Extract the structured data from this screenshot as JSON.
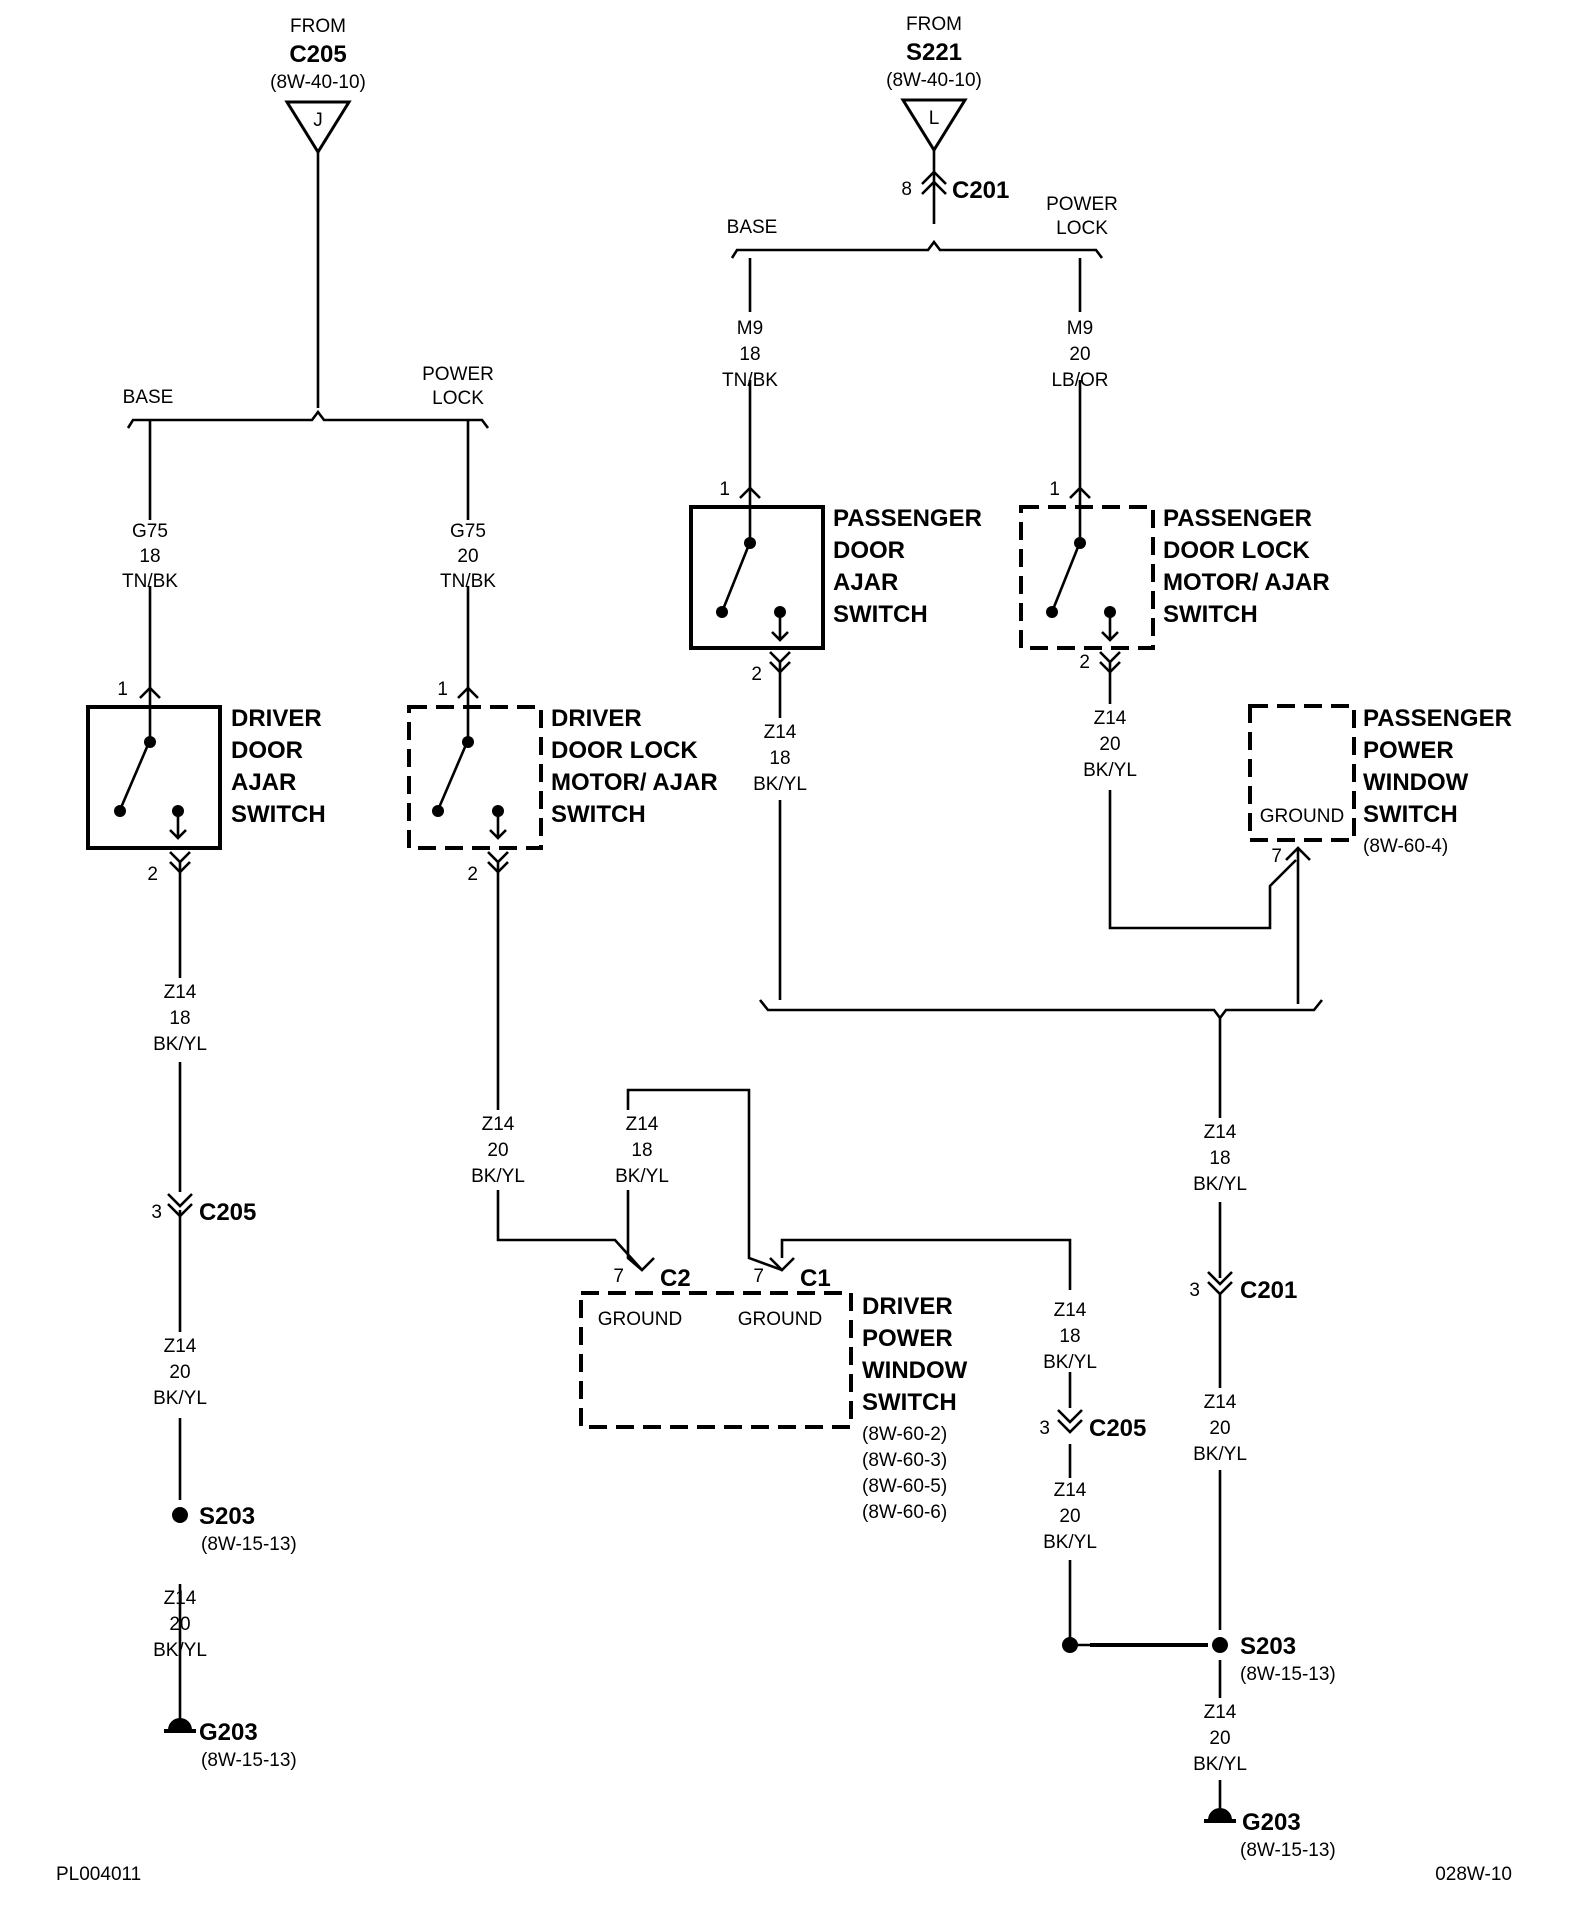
{
  "sources": {
    "left": {
      "from": "FROM",
      "conn": "C205",
      "ref": "(8W-40-10)",
      "letter": "J"
    },
    "right": {
      "from": "FROM",
      "conn": "S221",
      "ref": "(8W-40-10)",
      "letter": "L"
    }
  },
  "c201_top": {
    "pin": "8",
    "label": "C201"
  },
  "splits": {
    "left": {
      "base": "BASE",
      "power1": "POWER",
      "power2": "LOCK"
    },
    "right": {
      "base": "BASE",
      "power1": "POWER",
      "power2": "LOCK"
    }
  },
  "wires": {
    "g75_18": [
      "G75",
      "18",
      "TN/BK"
    ],
    "g75_20": [
      "G75",
      "20",
      "TN/BK"
    ],
    "m9_18": [
      "M9",
      "18",
      "TN/BK"
    ],
    "m9_20": [
      "M9",
      "20",
      "LB/OR"
    ],
    "z14_pas_18": [
      "Z14",
      "18",
      "BK/YL"
    ],
    "z14_pas_20": [
      "Z14",
      "20",
      "BK/YL"
    ],
    "z14_dr_18": [
      "Z14",
      "18",
      "BK/YL"
    ],
    "z14_dr_20a": [
      "Z14",
      "20",
      "BK/YL"
    ],
    "z14_dr_20b": [
      "Z14",
      "20",
      "BK/YL"
    ],
    "z14_dl_20": [
      "Z14",
      "20",
      "BK/YL"
    ],
    "z14_c2_18": [
      "Z14",
      "18",
      "BK/YL"
    ],
    "z14_c1_18": [
      "Z14",
      "18",
      "BK/YL"
    ],
    "z14_c1_20": [
      "Z14",
      "20",
      "BK/YL"
    ],
    "z14_r_18": [
      "Z14",
      "18",
      "BK/YL"
    ],
    "z14_r_20a": [
      "Z14",
      "20",
      "BK/YL"
    ],
    "z14_r_20b": [
      "Z14",
      "20",
      "BK/YL"
    ]
  },
  "components": {
    "driver_ajar": {
      "pin_in": "1",
      "pin_out": "2",
      "lines": [
        "DRIVER",
        "DOOR",
        "AJAR",
        "SWITCH"
      ]
    },
    "driver_lock": {
      "pin_in": "1",
      "pin_out": "2",
      "lines": [
        "DRIVER",
        "DOOR LOCK",
        "MOTOR/ AJAR",
        "SWITCH"
      ]
    },
    "pass_ajar": {
      "pin_in": "1",
      "pin_out": "2",
      "lines": [
        "PASSENGER",
        "DOOR",
        "AJAR",
        "SWITCH"
      ]
    },
    "pass_lock": {
      "pin_in": "1",
      "pin_out": "2",
      "lines": [
        "PASSENGER",
        "DOOR LOCK",
        "MOTOR/ AJAR",
        "SWITCH"
      ]
    },
    "pass_window": {
      "pin": "7",
      "ground": "GROUND",
      "lines": [
        "PASSENGER",
        "POWER",
        "WINDOW",
        "SWITCH"
      ],
      "ref": "(8W-60-4)"
    },
    "driver_window": {
      "c2_pin": "7",
      "c2": "C2",
      "c1_pin": "7",
      "c1": "C1",
      "ground1": "GROUND",
      "ground2": "GROUND",
      "lines": [
        "DRIVER",
        "POWER",
        "WINDOW",
        "SWITCH"
      ],
      "refs": [
        "(8W-60-2)",
        "(8W-60-3)",
        "(8W-60-5)",
        "(8W-60-6)"
      ]
    }
  },
  "connectors": {
    "c205_left": {
      "pin": "3",
      "label": "C205"
    },
    "c205_mid": {
      "pin": "3",
      "label": "C205"
    },
    "c201_right": {
      "pin": "3",
      "label": "C201"
    }
  },
  "splices": {
    "left": {
      "label": "S203",
      "ref": "(8W-15-13)"
    },
    "right": {
      "label": "S203",
      "ref": "(8W-15-13)"
    }
  },
  "grounds": {
    "left": {
      "label": "G203",
      "ref": "(8W-15-13)"
    },
    "right": {
      "label": "G203",
      "ref": "(8W-15-13)"
    }
  },
  "footer": {
    "left": "PL004011",
    "right": "028W-10"
  }
}
